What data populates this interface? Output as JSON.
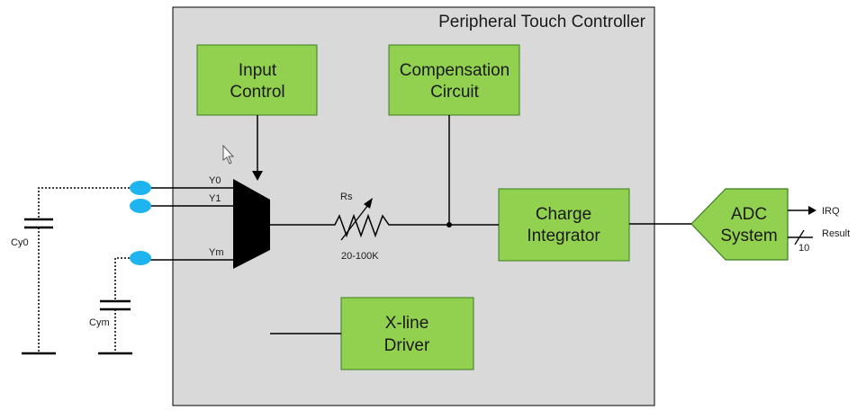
{
  "container": {
    "title": "Peripheral Touch Controller"
  },
  "blocks": {
    "input_control": {
      "line1": "Input",
      "line2": "Control"
    },
    "compensation": {
      "line1": "Compensation",
      "line2": "Circuit"
    },
    "charge_integrator": {
      "line1": "Charge",
      "line2": "Integrator"
    },
    "xline_driver": {
      "line1": "X-line",
      "line2": "Driver"
    },
    "adc": {
      "line1": "ADC",
      "line2": "System"
    }
  },
  "pins": {
    "y0": "Y0",
    "y1": "Y1",
    "ym": "Ym"
  },
  "capacitors": {
    "cy0": "Cy0",
    "cym": "Cym"
  },
  "resistor": {
    "name": "Rs",
    "range": "20-100K"
  },
  "outputs": {
    "irq": "IRQ",
    "result": "Result",
    "bus_width": "10"
  },
  "colors": {
    "block_fill": "#92d050",
    "block_stroke": "#3a7d22",
    "container_fill": "#d9d9d9",
    "pin_fill": "#1eb4f0",
    "line": "#000000"
  }
}
